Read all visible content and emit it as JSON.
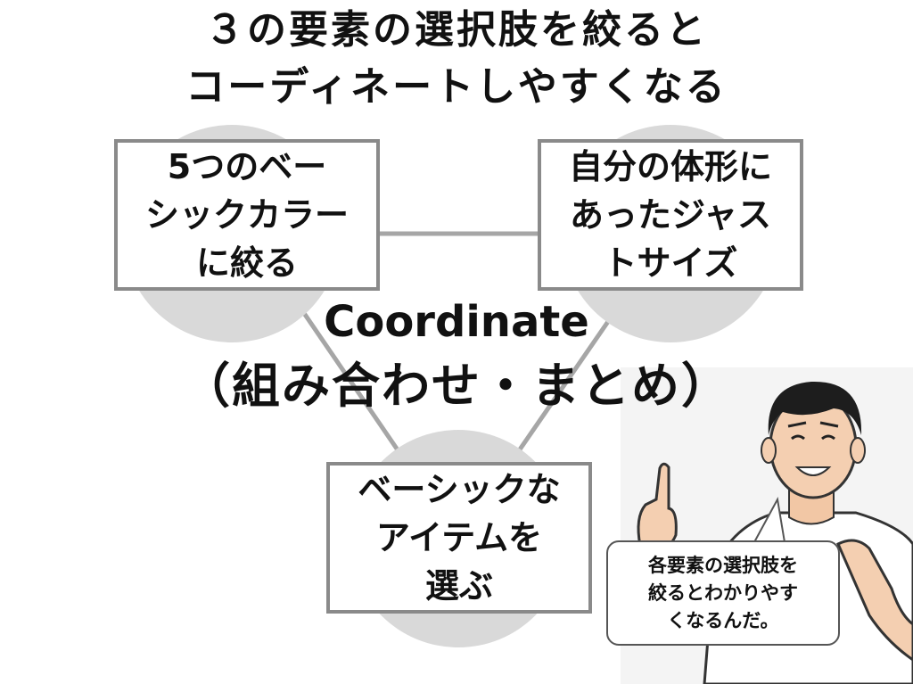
{
  "title": {
    "line1": "３の要素の選択肢を絞ると",
    "line2": "コーディネートしやすくなる"
  },
  "nodes": {
    "left": "5つのベー\nシックカラー\nに絞る",
    "right": "自分の体形に\nあったジャス\nトサイズ",
    "bottom": "ベーシックな\nアイテムを\n選ぶ"
  },
  "center": {
    "english": "Coordinate",
    "japanese": "（組み合わせ・まとめ）"
  },
  "speech_bubble": "各要素の選択肢を\n絞るとわかりやす\nくなるんだ。",
  "colors": {
    "circle": "#d9d9d9",
    "box_border": "#8a8a8a",
    "connector": "#a6a6a6"
  }
}
